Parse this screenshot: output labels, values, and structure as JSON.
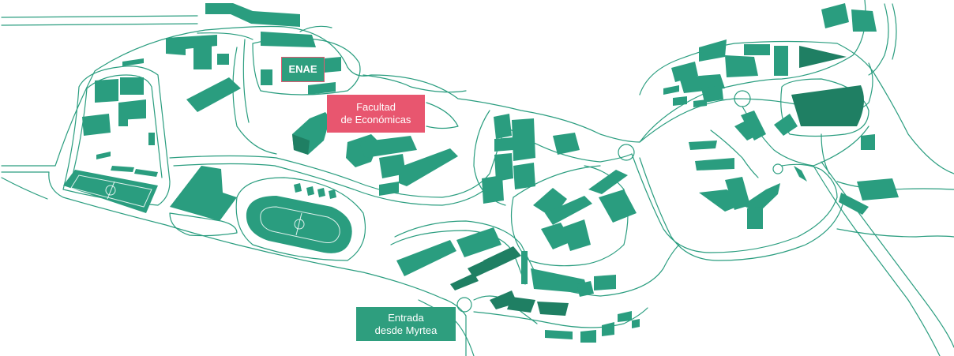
{
  "map": {
    "colors": {
      "road": "#2a9d7f",
      "building": "#2a9d7f",
      "building_dark": "#1f7f63",
      "highlight": "#e8566f",
      "label_green": "#2e9e7e",
      "background": "#ffffff"
    },
    "labels": {
      "enae": "ENAE",
      "economicas_line1": "Facultad",
      "economicas_line2": "de Económicas",
      "myrtea_line1": "Entrada",
      "myrtea_line2": "desde Myrtea"
    }
  }
}
